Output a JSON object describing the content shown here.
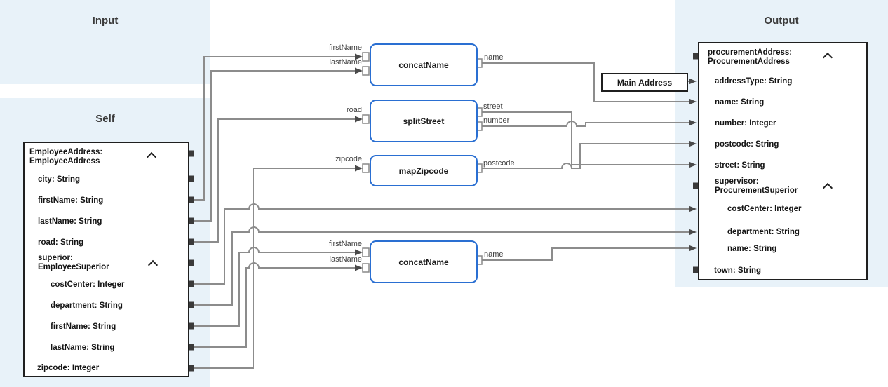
{
  "colors": {
    "panel_bg": "#e8f2f9",
    "wire": "#8c8c8c",
    "arrow": "#4a4a4a",
    "function_border": "#2a6fd2",
    "box_border": "#1f1f1f",
    "port_fill": "#3a3a3a"
  },
  "panels": {
    "input": {
      "title": "Input"
    },
    "self": {
      "title": "Self"
    },
    "output": {
      "title": "Output"
    }
  },
  "self_tree": {
    "root": {
      "line1": "EmployeeAddress:",
      "line2": "EmployeeAddress"
    },
    "fields": [
      {
        "label": "city: String"
      },
      {
        "label": "firstName: String"
      },
      {
        "label": "lastName: String"
      },
      {
        "label": "road: String"
      }
    ],
    "superior": {
      "line1": "superior:",
      "line2": "EmployeeSuperior"
    },
    "superior_fields": [
      {
        "label": "costCenter: Integer"
      },
      {
        "label": "department: String"
      },
      {
        "label": "firstName: String"
      },
      {
        "label": "lastName: String"
      }
    ],
    "zipcode": {
      "label": "zipcode: Integer"
    }
  },
  "functions": {
    "concat_top": {
      "name": "concatName",
      "in1": "firstName",
      "in2": "lastName",
      "out1": "name"
    },
    "split": {
      "name": "splitStreet",
      "in1": "road",
      "out1": "street",
      "out2": "number"
    },
    "map": {
      "name": "mapZipcode",
      "in1": "zipcode",
      "out1": "postcode"
    },
    "concat_bottom": {
      "name": "concatName",
      "in1": "firstName",
      "in2": "lastName",
      "out1": "name"
    }
  },
  "constant": {
    "label": "Main Address"
  },
  "output_tree": {
    "root": {
      "line1": "procurementAddress:",
      "line2": "ProcurementAddress"
    },
    "fields": [
      {
        "label": "addressType: String"
      },
      {
        "label": "name: String"
      },
      {
        "label": "number: Integer"
      },
      {
        "label": "postcode: String"
      },
      {
        "label": "street: String"
      }
    ],
    "supervisor": {
      "line1": "supervisor:",
      "line2": "ProcurementSuperior"
    },
    "supervisor_fields": [
      {
        "label": "costCenter: Integer"
      },
      {
        "label": "department: String"
      },
      {
        "label": "name: String"
      }
    ],
    "town": {
      "label": "town: String"
    }
  }
}
